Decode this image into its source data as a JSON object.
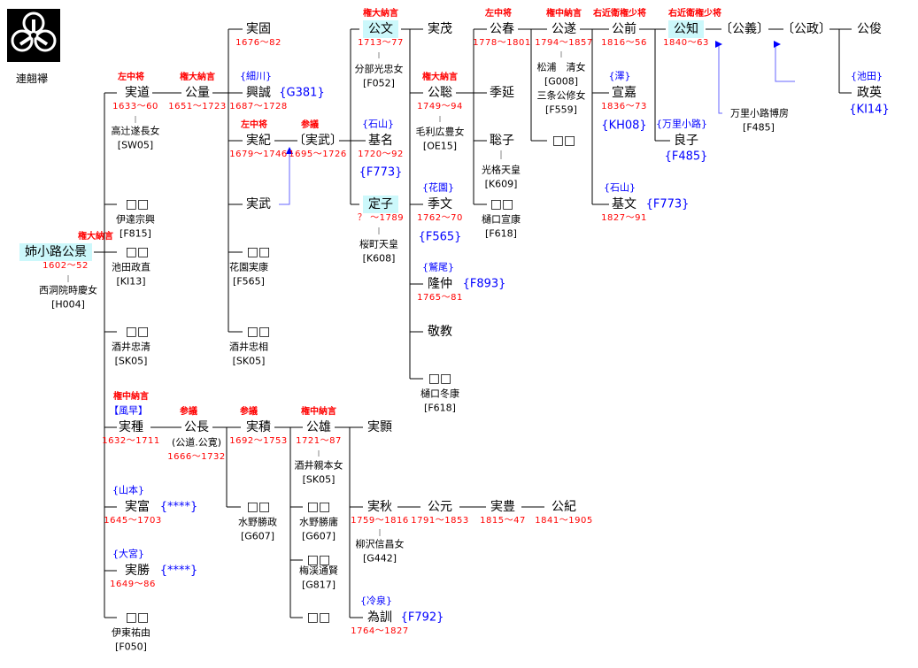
{
  "crest": {
    "name": "連翹襷",
    "icon": "family-crest-icon"
  },
  "colors": {
    "title": "#ff0000",
    "family": "#0000ff",
    "highlight": "#ccf8fb"
  },
  "people": {
    "kinkage": {
      "name": "姉小路公景",
      "title": "権大納言",
      "date": "1602～52",
      "spouse": "西洞院時慶女",
      "spouse_ref": "[H004]"
    },
    "sanemichi": {
      "name": "実道",
      "title": "左中将",
      "date": "1633～60",
      "spouse": "高辻遂長女",
      "spouse_ref": "[SW05]"
    },
    "kinkazu": {
      "name": "公量",
      "title": "権大納言",
      "date": "1651～1723"
    },
    "sanekata": {
      "name": "実固",
      "date": "1676～82"
    },
    "okinobu": {
      "name": "興誠",
      "family": "{細川}",
      "date": "1687～1728",
      "ref": "{G381}"
    },
    "sanenori": {
      "name": "実紀",
      "title": "左中将",
      "date": "1679～1746"
    },
    "sanetake_b": {
      "name": "〔実武〕",
      "title": "参議",
      "date": "1695～1726"
    },
    "sanetake": {
      "name": "実武"
    },
    "c_hanazono": {
      "name": "□□",
      "spouse": "花園実康",
      "spouse_ref": "[F565]"
    },
    "c_sakai2": {
      "name": "□□",
      "spouse": "酒井忠相",
      "spouse_ref": "[SK05]"
    },
    "c_date": {
      "name": "□□",
      "spouse": "伊達宗興",
      "spouse_ref": "[F815]"
    },
    "c_ikeda": {
      "name": "□□",
      "spouse": "池田政直",
      "spouse_ref": "[KI13]"
    },
    "c_sakai1": {
      "name": "□□",
      "spouse": "酒井忠清",
      "spouse_ref": "[SK05]"
    },
    "kinfumi": {
      "name": "公文",
      "title": "権大納言",
      "date": "1713～77",
      "spouse": "分部光忠女",
      "spouse_ref": "[F052]"
    },
    "motona": {
      "name": "基名",
      "family": "{石山}",
      "date": "1720～92",
      "ref": "{F773}"
    },
    "sadako": {
      "name": "定子",
      "date": "？ ～1789",
      "spouse": "桜町天皇",
      "spouse_ref": "[K608]"
    },
    "sanemo": {
      "name": "実茂"
    },
    "kinsato": {
      "name": "公聡",
      "title": "権大納言",
      "date": "1749～94",
      "spouse": "毛利広豊女",
      "spouse_ref": "[OE15]"
    },
    "suefumi": {
      "name": "季文",
      "family": "{花園}",
      "date": "1762～70",
      "ref": "{F565}"
    },
    "takanaka": {
      "name": "隆仲",
      "family": "{鷲尾}",
      "date": "1765～81",
      "ref": "{F893}"
    },
    "takanori": {
      "name": "敬教"
    },
    "c_higuchi1": {
      "name": "□□",
      "spouse": "樋口冬康",
      "spouse_ref": "[F618]"
    },
    "kinharu": {
      "name": "公春",
      "title": "左中将",
      "date": "1778～1801"
    },
    "suenobu": {
      "name": "季延"
    },
    "satoko": {
      "name": "聡子",
      "spouse": "光格天皇",
      "spouse_ref": "[K609]"
    },
    "c_higuchi2": {
      "name": "□□",
      "spouse": "樋口宣康",
      "spouse_ref": "[F618]"
    },
    "kinmichi": {
      "name": "公遂",
      "title": "権中納言",
      "date": "1794～1857",
      "spouse": "松浦　清女",
      "spouse_ref": "[G008]",
      "spouse2": "三条公修女",
      "spouse2_ref": "[F559]"
    },
    "c_kinmichi": {
      "name": "□□"
    },
    "kinsaki": {
      "name": "公前",
      "title": "右近衛権少将",
      "date": "1816～56"
    },
    "nobuyoshi": {
      "name": "宣嘉",
      "family": "{澤}",
      "date": "1836～73",
      "ref": "{KH08}"
    },
    "motofumi": {
      "name": "基文",
      "family": "{石山}",
      "date": "1827～91",
      "ref": "{F773}"
    },
    "kintomo": {
      "name": "公知",
      "title": "右近衛権少将",
      "date": "1840～63"
    },
    "yoshiko": {
      "name": "良子",
      "family": "{万里小路}",
      "ref": "{F485}"
    },
    "kinyoshi": {
      "name": "〔公義〕"
    },
    "kinmasa": {
      "name": "〔公政〕"
    },
    "kintoshi": {
      "name": "公俊"
    },
    "masahide": {
      "name": "政英",
      "family": "{池田}",
      "ref": "{KI14}"
    },
    "hirofusa": {
      "name": "万里小路博房",
      "spouse_ref": "[F485]"
    },
    "sanetane": {
      "name": "実種",
      "title": "権中納言",
      "family": "【風早】",
      "date": "1632～1711"
    },
    "kinnaga": {
      "name": "公長",
      "alias": "(公道.公寛)",
      "title": "参議",
      "date": "1666～1732"
    },
    "sanetsumu": {
      "name": "実積",
      "title": "参議",
      "date": "1692～1753"
    },
    "c_mizuno1": {
      "name": "□□",
      "spouse": "水野勝政",
      "spouse_ref": "[G607]"
    },
    "kinkatsu": {
      "name": "公雄",
      "title": "権中納言",
      "date": "1721～87",
      "spouse": "酒井親本女",
      "spouse_ref": "[SK05]"
    },
    "c_mizuno2": {
      "name": "□□",
      "spouse": "水野勝庸",
      "spouse_ref": "[G607]"
    },
    "c_umetani": {
      "name": "□□",
      "spouse": "梅渓通賢",
      "spouse_ref": "[G817]"
    },
    "c_last": {
      "name": "□□"
    },
    "sanetoshi": {
      "name": "実顥"
    },
    "saneaki": {
      "name": "実秋",
      "date": "1759～1816",
      "spouse": "柳沢信昌女",
      "spouse_ref": "[G442]"
    },
    "kinmoto": {
      "name": "公元",
      "date": "1791～1853"
    },
    "sanetoyo": {
      "name": "実豊",
      "date": "1815～47"
    },
    "kinosa": {
      "name": "公紀",
      "date": "1841～1905"
    },
    "tamekuni": {
      "name": "為訓",
      "family": "{冷泉}",
      "date": "1764～1827",
      "ref": "{F792}"
    },
    "sanetomi": {
      "name": "実富",
      "family": "{山本}",
      "date": "1645～1703",
      "ref": "{****}"
    },
    "sanekatsu": {
      "name": "実勝",
      "family": "{大宮}",
      "date": "1649～86",
      "ref": "{****}"
    },
    "c_ito": {
      "name": "□□",
      "spouse": "伊東祐由",
      "spouse_ref": "[F050]"
    }
  }
}
